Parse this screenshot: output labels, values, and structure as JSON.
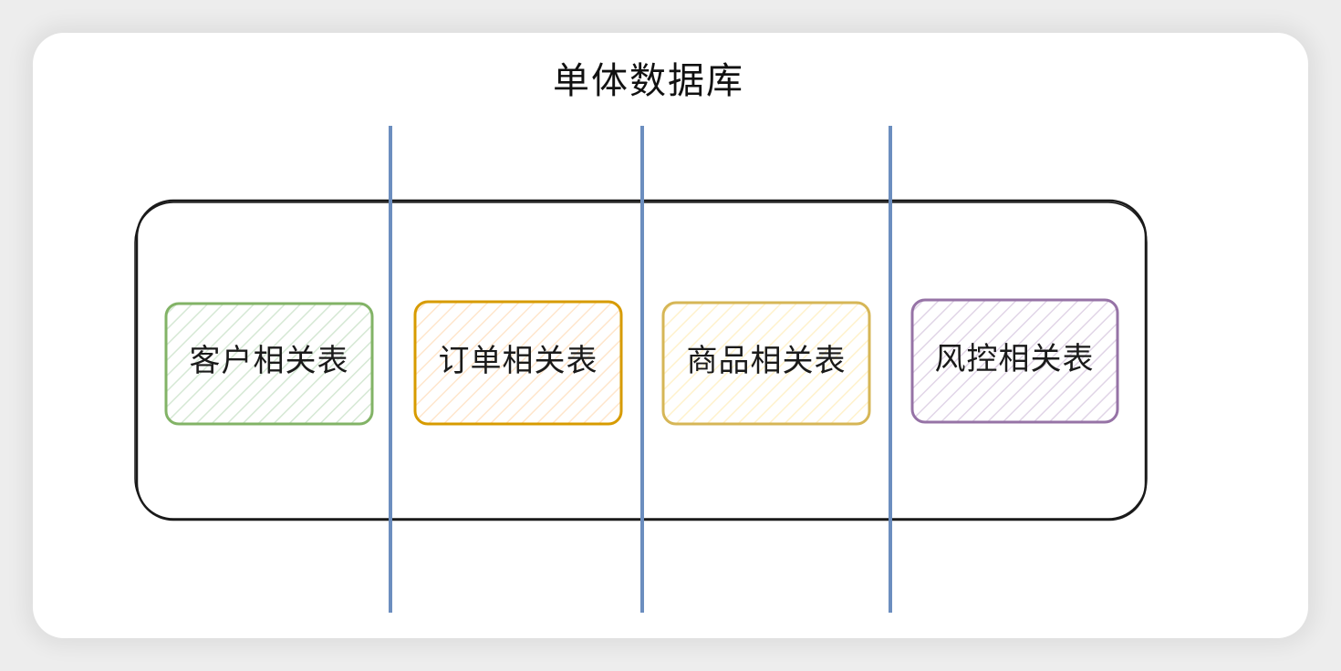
{
  "diagram": {
    "title": "单体数据库",
    "colors": {
      "container_stroke": "#1a1a1a",
      "divider": "#6c8ebf"
    },
    "tables": [
      {
        "label": "客户相关表",
        "stroke": "#82b366",
        "fill": "#d5e8d4"
      },
      {
        "label": "订单相关表",
        "stroke": "#d79b00",
        "fill": "#ffe6cc"
      },
      {
        "label": "商品相关表",
        "stroke": "#d6b656",
        "fill": "#fff2cc"
      },
      {
        "label": "风控相关表",
        "stroke": "#9673a6",
        "fill": "#e1d5e7"
      }
    ]
  }
}
